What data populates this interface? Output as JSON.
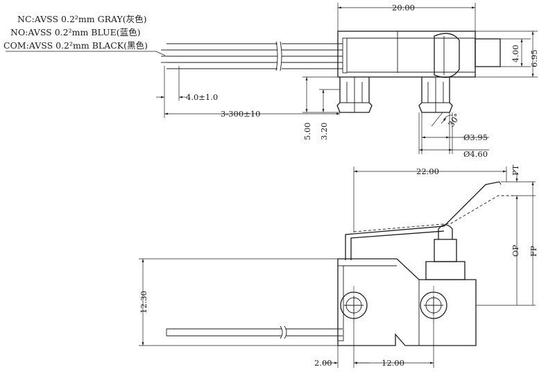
{
  "wire_labels": {
    "nc": "NC:AVSS 0.2²mm GRAY(灰色)",
    "no": "NO:AVSS 0.2²mm BLUE(蓝色)",
    "com": "COM:AVSS 0.2²mm BLACK(黑色)"
  },
  "top_view_dims": {
    "overall_width": "20.00",
    "plunger_height": "4.00",
    "body_height": "6.95",
    "strip_length": "4.0±1.0",
    "wire_length": "3-300±10",
    "peg_5": "5.00",
    "peg_320": "3.20",
    "angle": "30°",
    "dia_small": "Ø3.95",
    "dia_large": "Ø4.60"
  },
  "side_view_dims": {
    "lever_width": "22.00",
    "pt": "PT",
    "op": "OP",
    "fp": "FP",
    "body_height": "12.30",
    "offset": "2.00",
    "hole_pitch": "12.00"
  }
}
